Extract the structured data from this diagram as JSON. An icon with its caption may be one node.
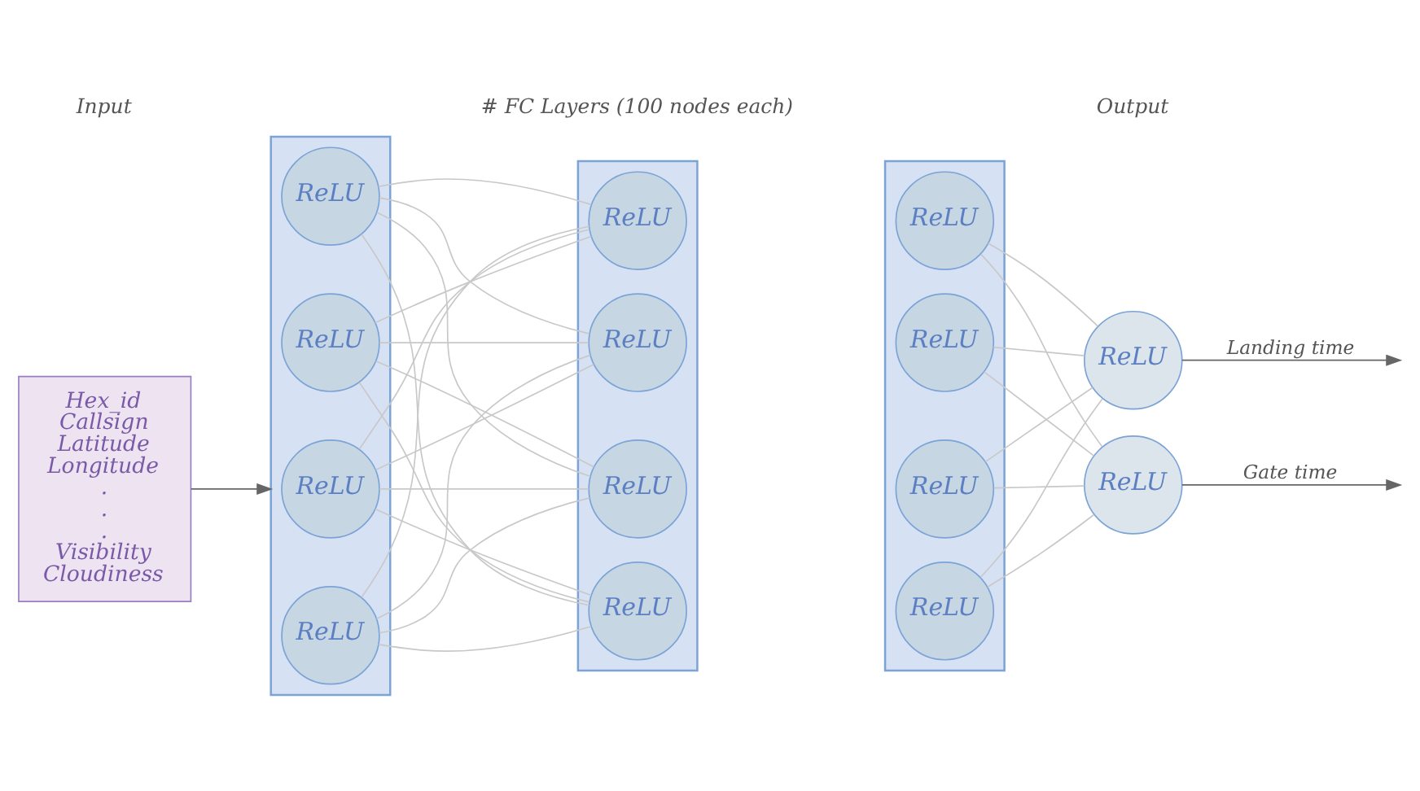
{
  "diagram": {
    "nodes": [
      {
        "text": [
          "Hex_id",
          "Callsign",
          "Latitude",
          "Longitude",
          ".",
          ".",
          ".",
          "Visibility",
          "Cloudiness"
        ]
      },
      {
        "text": [],
        "shape": "box"
      },
      {
        "text": [
          "ReLU"
        ],
        "in": 1
      },
      {
        "text": [
          "ReLU"
        ],
        "in": 1
      },
      {
        "text": [
          "ReLU"
        ],
        "in": 1
      },
      {
        "text": [
          "ReLU"
        ],
        "in": 1
      },
      {
        "text": [],
        "shape": "box"
      },
      {
        "text": [
          "ReLU"
        ],
        "in": 6
      },
      {
        "text": [
          "ReLU"
        ],
        "in": 6
      },
      {
        "text": [
          "ReLU"
        ],
        "in": 6
      },
      {
        "text": [
          "ReLU"
        ],
        "in": 6
      },
      {
        "text": [],
        "shape": "box"
      },
      {
        "text": [
          "ReLU"
        ],
        "in": 11
      },
      {
        "text": [
          "ReLU"
        ],
        "in": 11
      },
      {
        "text": [
          "ReLU"
        ],
        "in": 11
      },
      {
        "text": [
          "ReLU"
        ],
        "in": 11
      },
      {
        "text": [
          "ReLU"
        ]
      },
      {
        "text": [
          "ReLU"
        ]
      }
    ],
    "edges": [
      {
        "from": 0,
        "to": 1,
        "arrow": "to",
        "color": "#666666"
      },
      {
        "from": 2,
        "to": 7,
        "arrow": "none"
      },
      {
        "from": 2,
        "to": 8,
        "arrow": "none"
      },
      {
        "from": 2,
        "to": 9,
        "arrow": "none"
      },
      {
        "from": 2,
        "to": 10,
        "arrow": "none"
      },
      {
        "from": 3,
        "to": 7,
        "arrow": "none"
      },
      {
        "from": 3,
        "to": 8,
        "arrow": "none"
      },
      {
        "from": 3,
        "to": 9,
        "arrow": "none"
      },
      {
        "from": 3,
        "to": 10,
        "arrow": "none"
      },
      {
        "from": 4,
        "to": 7,
        "arrow": "none"
      },
      {
        "from": 4,
        "to": 8,
        "arrow": "none"
      },
      {
        "from": 4,
        "to": 9,
        "arrow": "none"
      },
      {
        "from": 4,
        "to": 10,
        "arrow": "none"
      },
      {
        "from": 5,
        "to": 7,
        "arrow": "none"
      },
      {
        "from": 5,
        "to": 8,
        "arrow": "none"
      },
      {
        "from": 5,
        "to": 9,
        "arrow": "none"
      },
      {
        "from": 5,
        "to": 10,
        "arrow": "none"
      },
      {
        "from": 12,
        "to": 16,
        "arrow": "none"
      },
      {
        "from": 12,
        "to": 17,
        "arrow": "none"
      },
      {
        "from": 13,
        "to": 16,
        "arrow": "none"
      },
      {
        "from": 13,
        "to": 17,
        "arrow": "none"
      },
      {
        "from": 14,
        "to": 16,
        "arrow": "none"
      },
      {
        "from": 14,
        "to": 17,
        "arrow": "none"
      },
      {
        "from": 15,
        "to": 16,
        "arrow": "none"
      },
      {
        "from": 15,
        "to": 17,
        "arrow": "none"
      },
      {
        "from": 16,
        "to": null,
        "arrow": "to",
        "label": "Landing time",
        "color": "#666666"
      },
      {
        "from": 17,
        "to": null,
        "arrow": "to",
        "label": "Gate time",
        "color": "#666666"
      }
    ],
    "labels": [
      "Input",
      "# FC Layers (100 nodes each)",
      "Output"
    ]
  }
}
